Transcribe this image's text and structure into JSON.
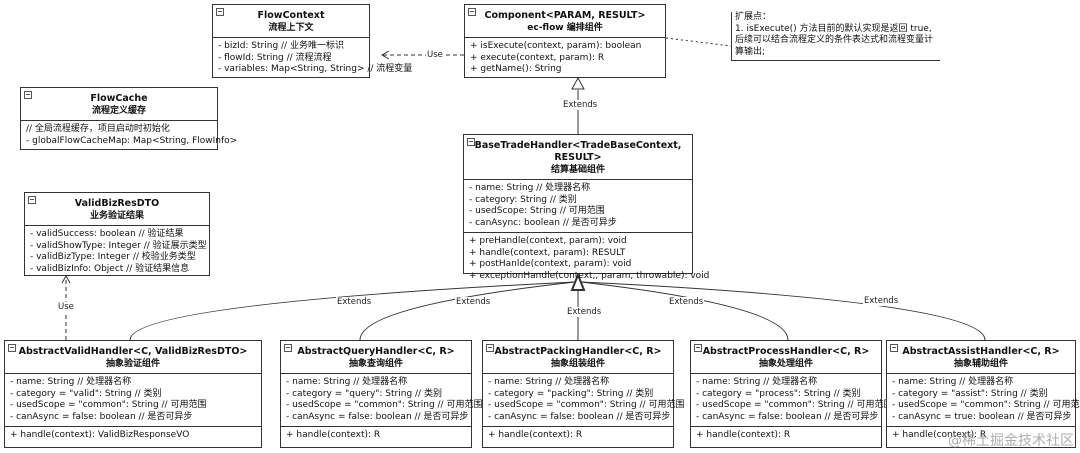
{
  "classes": {
    "flow_context": {
      "title": "FlowContext",
      "subtitle": "流程上下文",
      "fields": [
        "- bizId: String // 业务唯一标识",
        "- flowId: String // 流程流程",
        "- variables: Map<String, String> // 流程变量"
      ],
      "methods": []
    },
    "flow_cache": {
      "title": "FlowCache",
      "subtitle": "流程定义缓存",
      "fields": [
        "// 全局流程缓存，项目启动时初始化",
        "- globalFlowCacheMap: Map<String, FlowInfo>"
      ],
      "methods": []
    },
    "valid_biz_res": {
      "title": "ValidBizResDTO",
      "subtitle": "业务验证结果",
      "fields": [
        "- validSuccess: boolean // 验证结果",
        "- validShowType: Integer // 验证展示类型",
        "- validBizType: Integer // 校验业务类型",
        "- validBizInfo: Object // 验证结果信息"
      ],
      "methods": []
    },
    "component": {
      "title": "Component<PARAM, RESULT>",
      "subtitle": "ec-flow 编排组件",
      "fields": [],
      "methods": [
        "+ isExecute(context, param): boolean",
        "+ execute(context, param): R",
        "+ getName(): String"
      ]
    },
    "base_trade": {
      "title": "BaseTradeHandler<TradeBaseContext, RESULT>",
      "subtitle": "结算基础组件",
      "fields": [
        "- name: String // 处理器名称",
        "- category: String // 类别",
        "- usedScope: String // 可用范围",
        "- canAsync: boolean // 是否可异步"
      ],
      "methods": [
        "+ preHandle(context, param): void",
        "+ handle(context, param): RESULT",
        "+ postHanlde(context, param): void",
        "+ exceptionHandle(context,, param, throwable): void"
      ]
    },
    "valid_handler": {
      "title": "AbstractValidHandler<C, ValidBizResDTO>",
      "subtitle": "抽象验证组件",
      "fields": [
        "- name: String // 处理器名称",
        "- category = \"valid\": String // 类别",
        "- usedScope = \"common\": String // 可用范围",
        "- canAsync = false: boolean // 是否可异步"
      ],
      "methods": [
        "+ handle(context): ValidBizResponseVO"
      ]
    },
    "query_handler": {
      "title": "AbstractQueryHandler<C, R>",
      "subtitle": "抽象查询组件",
      "fields": [
        "- name: String // 处理器名称",
        "- category = \"query\": String // 类别",
        "- usedScope = \"common\": String // 可用范围",
        "- canAsync = false: boolean // 是否可异步"
      ],
      "methods": [
        "+ handle(context): R"
      ]
    },
    "packing_handler": {
      "title": "AbstractPackingHandler<C, R>",
      "subtitle": "抽象组装组件",
      "fields": [
        "- name: String // 处理器名称",
        "- category = \"packing\": String // 类别",
        "- usedScope = \"common\": String // 可用范围",
        "- canAsync = false: boolean // 是否可异步"
      ],
      "methods": [
        "+ handle(context): R"
      ]
    },
    "process_handler": {
      "title": "AbstractProcessHandler<C, R>",
      "subtitle": "抽象处理组件",
      "fields": [
        "- name: String // 处理器名称",
        "- category = \"process\": String // 类别",
        "- usedScope = \"common\": String // 可用范围",
        "- canAsync = false: boolean // 是否可异步"
      ],
      "methods": [
        "+ handle(context): R"
      ]
    },
    "assist_handler": {
      "title": "AbstractAssistHandler<C, R>",
      "subtitle": "抽象辅助组件",
      "fields": [
        "- name: String // 处理器名称",
        "- category = \"assist\": String // 类别",
        "- usedScope = \"common\": String // 可用范围",
        "- canAsync = true: boolean // 是否可异步"
      ],
      "methods": [
        "+ handle(context): R"
      ]
    }
  },
  "note": {
    "lines": [
      "扩展点：",
      "1. isExecute() 方法目前的默认实现是返回 true,",
      "后续可以结合流程定义的条件表达式和流程变量计",
      "算输出;"
    ]
  },
  "edges": {
    "use_label": "Use",
    "extends_label": "Extends"
  },
  "watermark": "@稀土掘金技术社区"
}
